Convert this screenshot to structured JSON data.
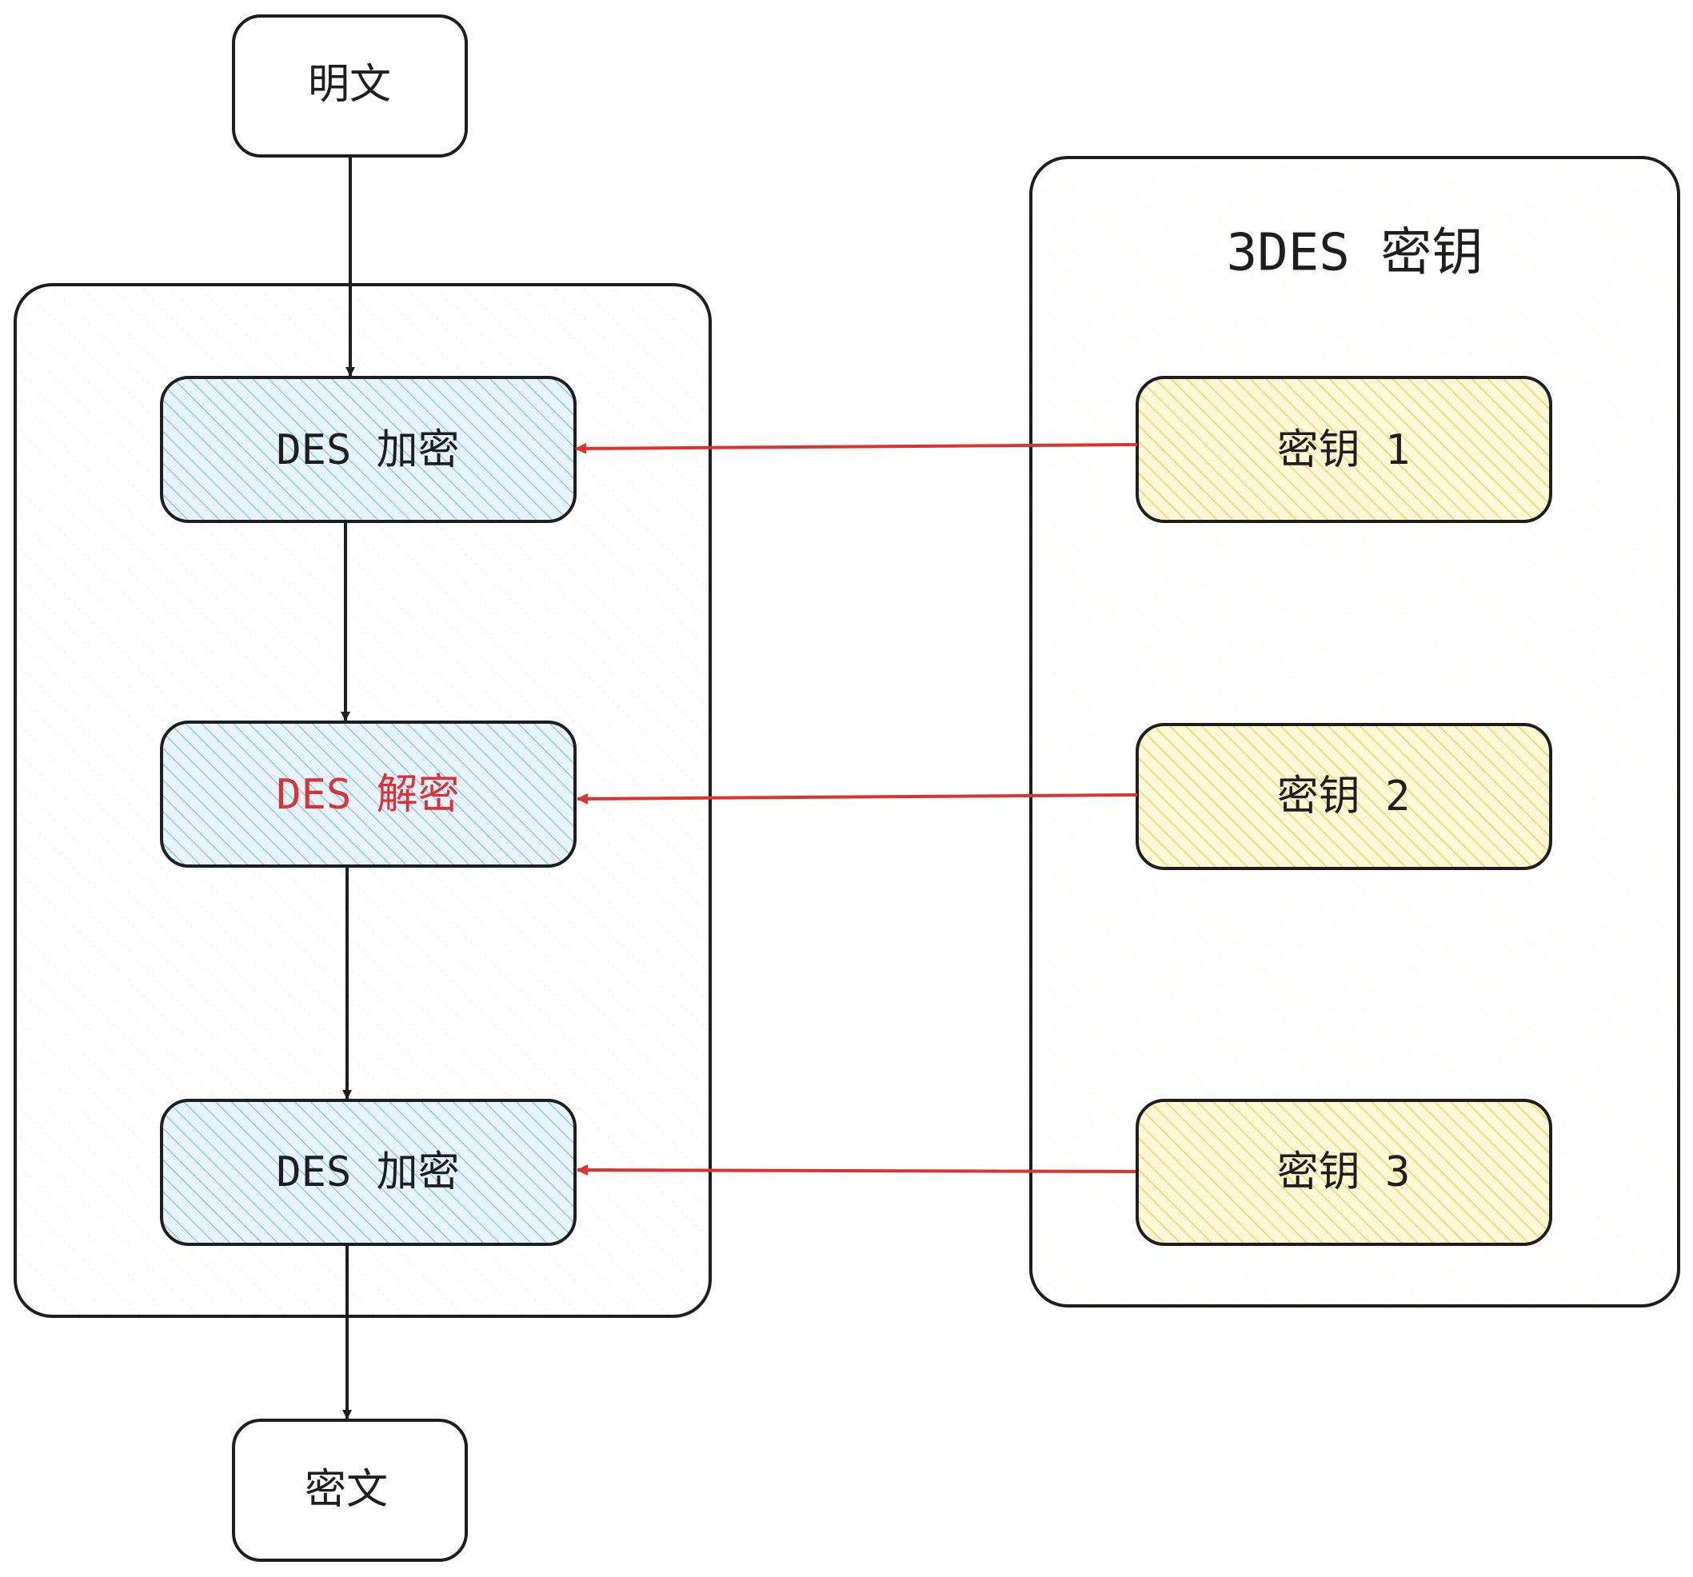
{
  "colors": {
    "stroke": "#1e1e1e",
    "key_arrow": "#e03131",
    "decrypt_text": "#e03131",
    "process_fill": "#a5d8ff",
    "process_hatch": "#4dabf7",
    "key_fill": "#ffec99",
    "key_hatch": "#fab005"
  },
  "diagram": {
    "plaintext": "明文",
    "ciphertext": "密文",
    "steps": [
      "DES 加密",
      "DES 解密",
      "DES 加密"
    ],
    "keys_group": {
      "title": "3DES 密钥",
      "keys": [
        "密钥 1",
        "密钥 2",
        "密钥 3"
      ]
    }
  }
}
